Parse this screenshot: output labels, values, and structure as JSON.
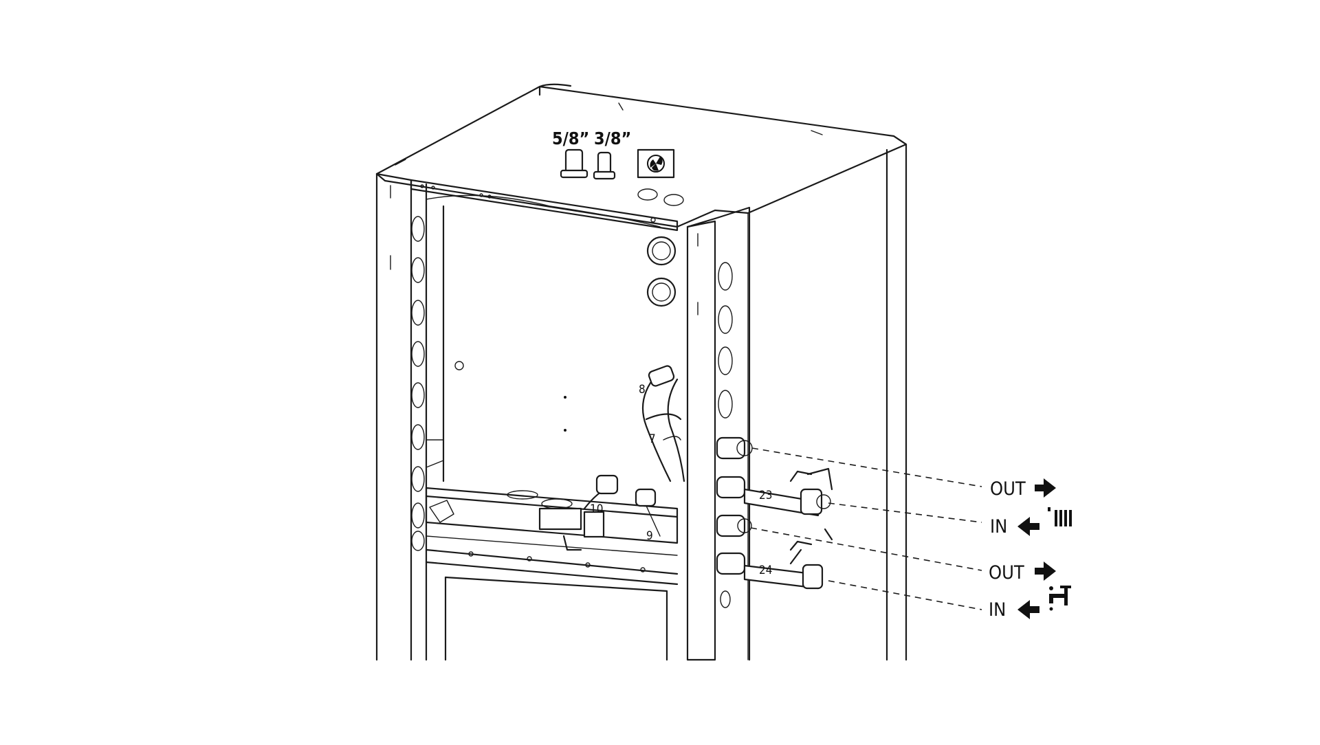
{
  "diagram": {
    "top_connection_labels": [
      "5/8”",
      "3/8”"
    ],
    "top_icon": "fan-icon",
    "part_numbers": [
      "8",
      "7",
      "10",
      "9",
      "23",
      "24"
    ],
    "connections": [
      {
        "label": "OUT",
        "arrow": "right-arrow-icon",
        "circuit": "heating"
      },
      {
        "label": "IN",
        "arrow": "left-arrow-icon",
        "circuit": "heating",
        "icon": "radiator-icon"
      },
      {
        "label": "OUT",
        "arrow": "right-arrow-icon",
        "circuit": "domestic-hot-water"
      },
      {
        "label": "IN",
        "arrow": "left-arrow-icon",
        "circuit": "domestic-hot-water",
        "icon": "water-tap-icon"
      }
    ]
  }
}
